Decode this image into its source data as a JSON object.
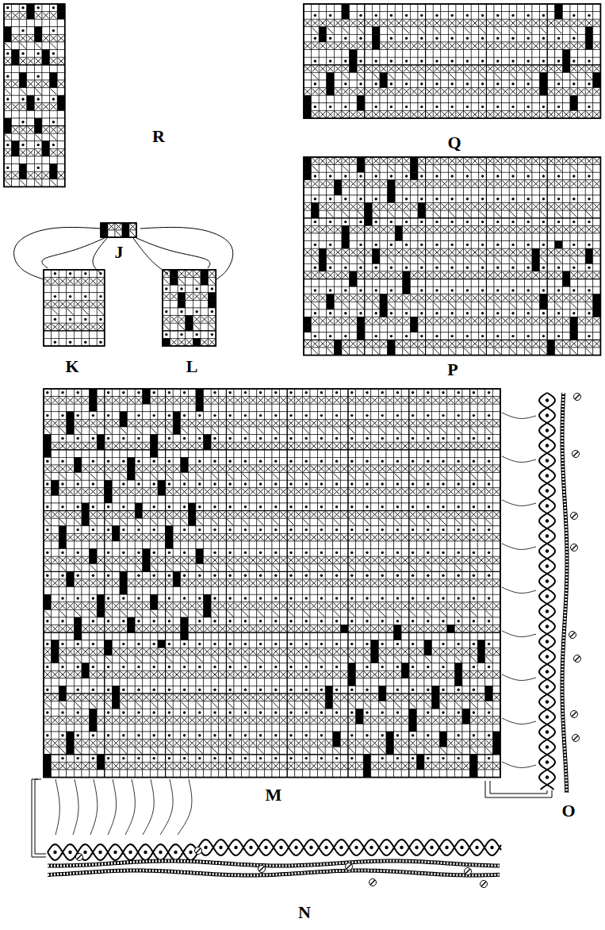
{
  "diagram": {
    "labels": [
      "R",
      "Q",
      "J",
      "K",
      "L",
      "P",
      "M",
      "O",
      "N"
    ]
  }
}
